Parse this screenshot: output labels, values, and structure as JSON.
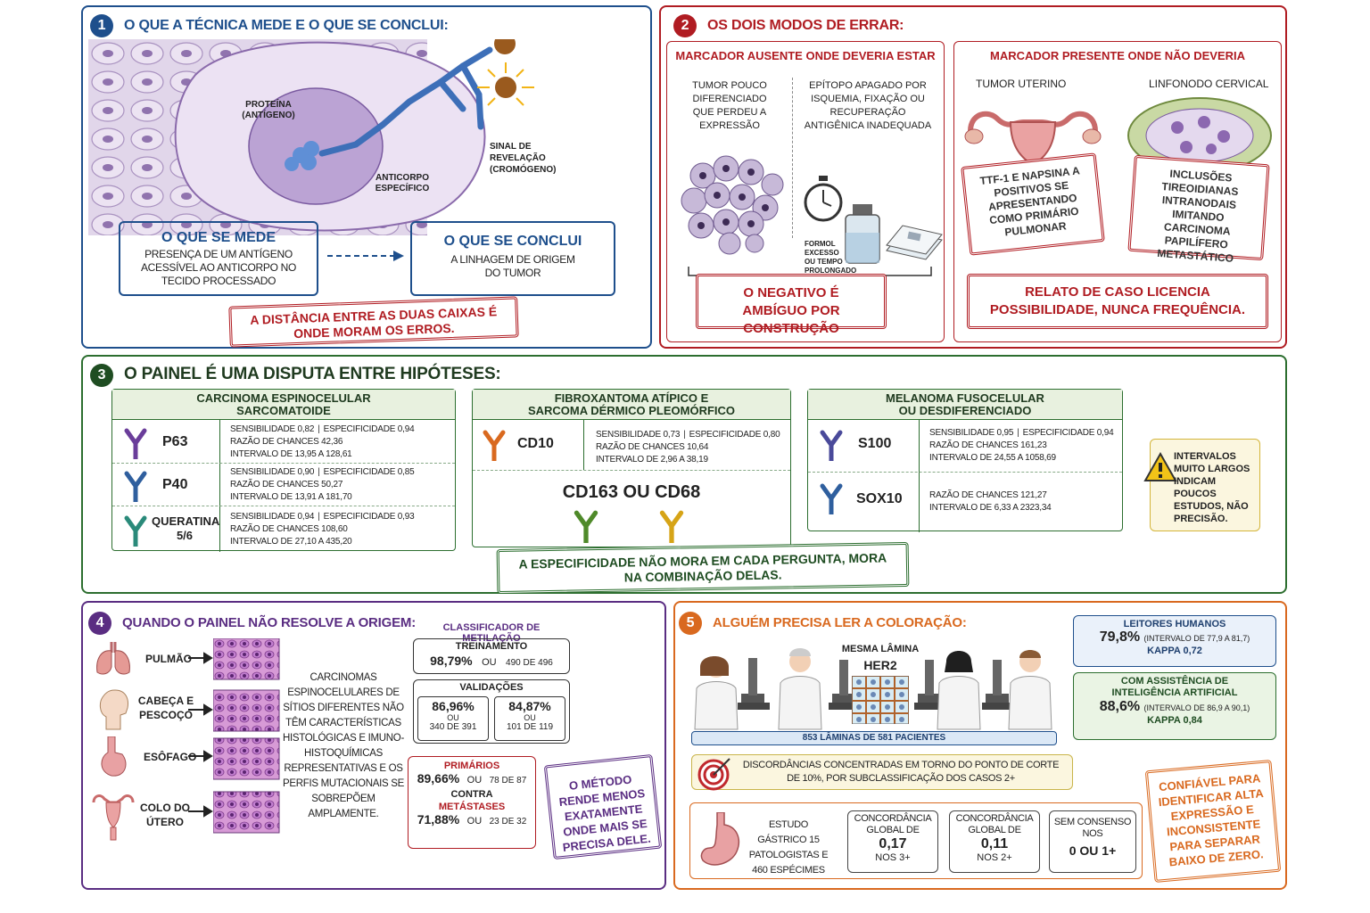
{
  "colors": {
    "blue": "#1e4f8c",
    "red": "#b01c22",
    "green": "#2c6e2f",
    "purple": "#5a2d82",
    "orange": "#d9691f"
  },
  "p1": {
    "num": "1",
    "title": "O QUE A TÉCNICA MEDE E O QUE SE CONCLUI:",
    "label_protein": "PROTEÍNA (ANTÍGENO)",
    "label_antibody": "ANTICORPO ESPECÍFICO",
    "label_signal": "SINAL DE REVELAÇÃO (CROMÓGENO)",
    "box1_title": "O QUE SE MEDE",
    "box1_text": "PRESENÇA DE UM ANTÍGENO ACESSÍVEL AO ANTICORPO NO TECIDO PROCESSADO",
    "box2_title": "O QUE SE CONCLUI",
    "box2_text": "A LINHAGEM DE ORIGEM DO TUMOR",
    "stamp": "A DISTÂNCIA ENTRE AS DUAS CAIXAS É ONDE MORAM OS ERROS."
  },
  "p2": {
    "num": "2",
    "title": "OS DOIS MODOS DE ERRAR:",
    "left_title": "MARCADOR AUSENTE ONDE DEVERIA ESTAR",
    "left_a": "TUMOR POUCO DIFERENCIADO QUE PERDEU A EXPRESSÃO",
    "left_b": "EPÍTOPO APAGADO POR ISQUEMIA, FIXAÇÃO OU RECUPERAÇÃO ANTIGÊNICA INADEQUADA",
    "formol": "FORMOL EXCESSO OU TEMPO PROLONGADO",
    "left_stamp": "O NEGATIVO É AMBÍGUO POR CONSTRUÇÃO",
    "right_title": "MARCADOR PRESENTE ONDE NÃO DEVERIA",
    "uterus": "TUMOR UTERINO",
    "node": "LINFONODO CERVICAL",
    "stamp_a": "TTF-1 E NAPSINA A POSITIVOS SE APRESENTANDO COMO PRIMÁRIO PULMONAR",
    "stamp_b": "INCLUSÕES TIREOIDIANAS INTRANODAIS IMITANDO CARCINOMA PAPILÍFERO METASTÁTICO",
    "right_stamp": "RELATO DE CASO LICENCIA POSSIBILIDADE, NUNCA FREQUÊNCIA."
  },
  "p3": {
    "num": "3",
    "title": "O PAINEL É UMA DISPUTA ENTRE HIPÓTESES:",
    "c1_title": "CARCINOMA ESPINOCELULAR SARCOMATOIDE",
    "c1": [
      {
        "marker": "p63",
        "l1": "SENSIBILIDADE 0,82",
        "l1b": "ESPECIFICIDADE 0,94",
        "l2": "RAZÃO DE CHANCES 42,36",
        "l3": "INTERVALO DE 13,95 A 128,61"
      },
      {
        "marker": "p40",
        "l1": "SENSIBILIDADE 0,90",
        "l1b": "ESPECIFICIDADE 0,85",
        "l2": "RAZÃO DE CHANCES 50,27",
        "l3": "INTERVALO DE 13,91 A 181,70"
      },
      {
        "marker": "QUERATINA 5/6",
        "l1": "SENSIBILIDADE 0,94",
        "l1b": "ESPECIFICIDADE 0,93",
        "l2": "RAZÃO DE CHANCES 108,60",
        "l3": "INTERVALO DE 27,10 A 435,20"
      }
    ],
    "c2_title": "FIBROXANTOMA ATÍPICO E SARCOMA DÉRMICO PLEOMÓRFICO",
    "c2_marker": "CD10",
    "c2_l1": "SENSIBILIDADE 0,73",
    "c2_l1b": "ESPECIFICIDADE 0,80",
    "c2_l2": "RAZÃO DE CHANCES 10,64",
    "c2_l3": "INTERVALO DE 2,96 A 38,19",
    "c2_marker2": "CD163 OU CD68",
    "c3_title": "MELANOMA FUSOCELULAR OU DESDIFERENCIADO",
    "c3_m1": "S100",
    "c3_l1": "SENSIBILIDADE 0,95",
    "c3_l1b": "ESPECIFICIDADE 0,94",
    "c3_l2": "RAZÃO DE CHANCES 161,23",
    "c3_l3": "INTERVALO DE 24,55 A 1058,69",
    "c3_m2": "SOX10",
    "c3_l4": "RAZÃO DE CHANCES 121,27",
    "c3_l5": "INTERVALO DE 6,33 A 2323,34",
    "warning": "INTERVALOS MUITO LARGOS INDICAM POUCOS ESTUDOS, NÃO PRECISÃO.",
    "stamp": "A ESPECIFICIDADE NÃO MORA EM CADA PERGUNTA, MORA NA COMBINAÇÃO DELAS."
  },
  "p4": {
    "num": "4",
    "title": "QUANDO O PAINEL NÃO RESOLVE A ORIGEM:",
    "organs": [
      "PULMÃO",
      "CABEÇA E PESCOÇO",
      "ESÔFAGO",
      "COLO DO ÚTERO"
    ],
    "middle": "CARCINOMAS ESPINOCELULARES DE SÍTIOS DIFERENTES NÃO TÊM CARACTERÍSTICAS HISTOLÓGICAS E IMUNO-HISTOQUÍMICAS REPRESENTATIVAS E OS PERFIS MUTACIONAIS SE SOBREPÕEM AMPLAMENTE.",
    "classifier": "CLASSIFICADOR DE METILAÇÃO",
    "train_title": "TREINAMENTO",
    "train_val": "98,79%",
    "train_ou": "OU",
    "train_n": "490 DE 496",
    "val_title": "VALIDAÇÕES",
    "val1": "86,96%",
    "val1_ou": "OU",
    "val1_n": "340 DE 391",
    "val2": "84,87%",
    "val2_ou": "OU",
    "val2_n": "101 DE 119",
    "prim_title": "PRIMÁRIOS",
    "prim_val": "89,66%",
    "prim_ou": "OU",
    "prim_n": "78 DE 87",
    "contra": "CONTRA",
    "met_title": "METÁSTASES",
    "met_val": "71,88%",
    "met_ou": "OU",
    "met_n": "23 DE 32",
    "stamp": "O MÉTODO RENDE MENOS EXATAMENTE ONDE MAIS SE PRECISA DELE."
  },
  "p5": {
    "num": "5",
    "title": "ALGUÉM PRECISA LER A COLORAÇÃO:",
    "same_slide": "MESMA LÂMINA",
    "her2": "HER2",
    "slides": "853 LÂMINAS DE 581 PACIENTES",
    "human_title": "LEITORES HUMANOS",
    "human_val": "79,8%",
    "human_ci": "(INTERVALO DE 77,9 A 81,7)",
    "human_kappa": "KAPPA 0,72",
    "ai_title": "COM ASSISTÊNCIA DE INTELIGÊNCIA ARTIFICIAL",
    "ai_val": "88,6%",
    "ai_ci": "(INTERVALO DE 86,9 A 90,1)",
    "ai_kappa": "KAPPA 0,84",
    "target_text": "DISCORDÂNCIAS CONCENTRADAS EM TORNO DO PONTO DE CORTE DE 10%, POR SUBCLASSIFICAÇÃO DOS CASOS 2+",
    "gastric": "ESTUDO GÁSTRICO 15 PATOLOGISTAS E 460 ESPÉCIMES",
    "conc1_t": "CONCORDÂNCIA GLOBAL DE",
    "conc1_v": "0,17",
    "conc1_s": "NOS 3+",
    "conc2_t": "CONCORDÂNCIA GLOBAL DE",
    "conc2_v": "0,11",
    "conc2_s": "NOS 2+",
    "conc3_t": "SEM CONSENSO NOS",
    "conc3_v": "0 OU 1+",
    "stamp": "CONFIÁVEL PARA IDENTIFICAR ALTA EXPRESSÃO E INCONSISTENTE PARA SEPARAR BAIXO DE ZERO."
  }
}
